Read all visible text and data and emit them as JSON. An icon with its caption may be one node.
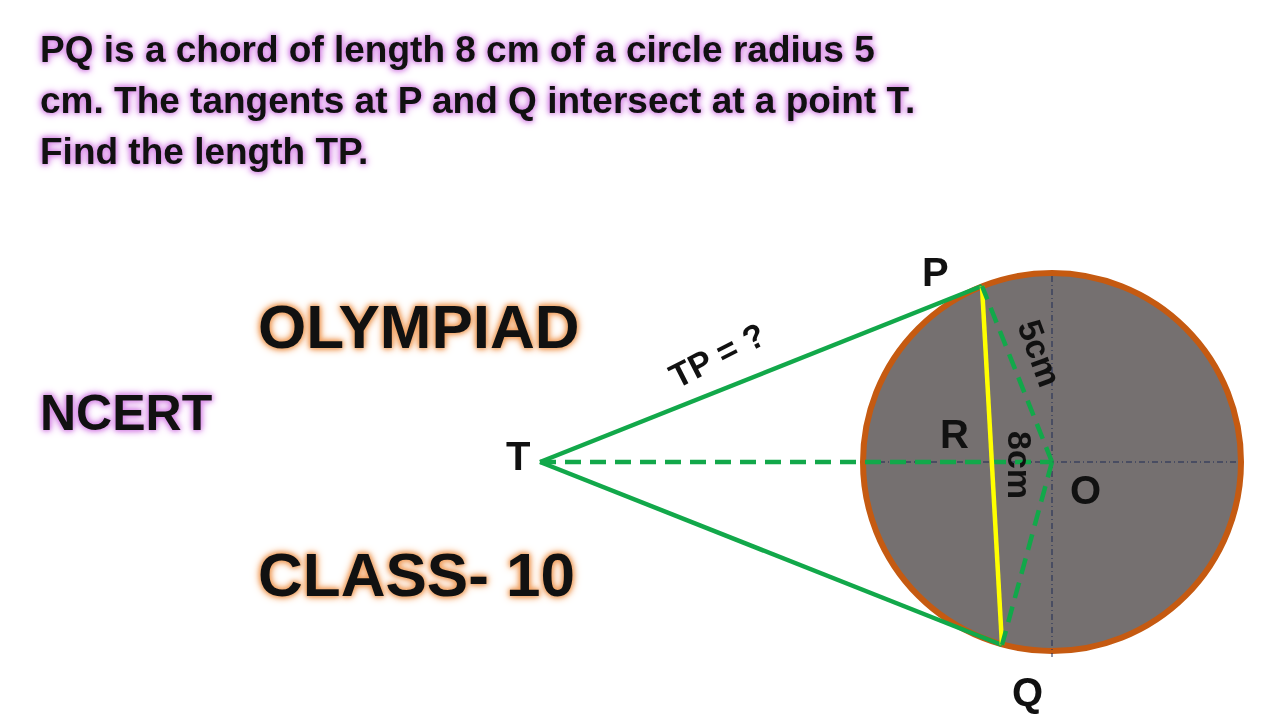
{
  "diagram": {
    "title": "PQ is a chord of length 8 cm of a circle radius 5 cm. The tangents at P and Q intersect at a point T. Find the length TP.",
    "nodes": [
      {
        "text": [
          "P"
        ]
      },
      {
        "text": [
          "T"
        ]
      },
      {
        "text": [
          "R"
        ]
      },
      {
        "text": [
          "O"
        ]
      },
      {
        "text": [
          "Q"
        ]
      }
    ],
    "edges": [
      {
        "from": 1,
        "to": 0,
        "arrow": "none",
        "label": "TP = ?"
      },
      {
        "from": 1,
        "to": 4,
        "arrow": "none"
      },
      {
        "from": 1,
        "to": 3,
        "arrow": "none",
        "style": "dashed"
      },
      {
        "from": 0,
        "to": 4,
        "arrow": "none",
        "label": "8cm",
        "color": "#ffff00"
      },
      {
        "from": 3,
        "to": 0,
        "arrow": "none",
        "label": "5cm",
        "style": "dashed"
      },
      {
        "from": 3,
        "to": 4,
        "arrow": "none",
        "style": "dashed"
      }
    ],
    "labels": [
      "OLYMPIAD",
      "NCERT",
      "CLASS- 10"
    ]
  }
}
